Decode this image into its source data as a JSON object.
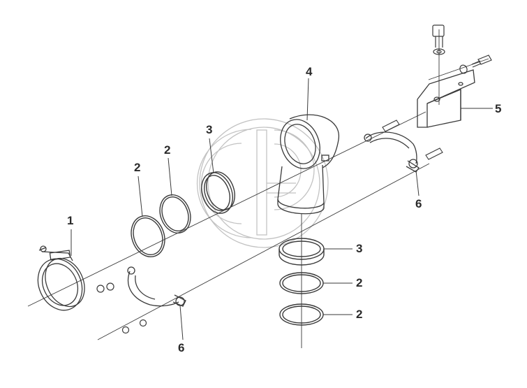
{
  "diagram": {
    "callouts": {
      "clamp": "1",
      "gasket_left_a": "2",
      "gasket_left_b": "2",
      "seal_ring_left": "3",
      "elbow": "4",
      "bracket": "5",
      "half_clamp_right": "6",
      "seal_ring_bottom": "3",
      "gasket_bottom_a": "2",
      "gasket_bottom_b": "2",
      "half_clamp_left": "6"
    },
    "colors": {
      "line": "#3a3a3a",
      "watermark": "#b0b0b0",
      "background": "#ffffff"
    }
  }
}
